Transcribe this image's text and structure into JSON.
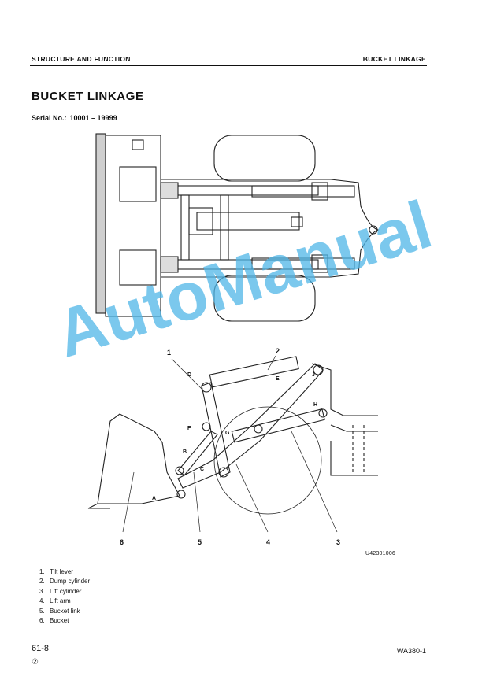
{
  "header": {
    "section": "STRUCTURE AND FUNCTION",
    "topic": "BUCKET LINKAGE"
  },
  "title": "BUCKET LINKAGE",
  "serial": {
    "label": "Serial No.:",
    "value": "10001 – 19999"
  },
  "figure": {
    "id": "U42301006",
    "callouts": [
      "1",
      "2",
      "3",
      "4",
      "5",
      "6"
    ],
    "section_letters": [
      "A",
      "B",
      "C",
      "D",
      "E",
      "F",
      "G",
      "H",
      "J"
    ]
  },
  "legend": [
    {
      "num": "1.",
      "text": "Tilt lever"
    },
    {
      "num": "2.",
      "text": "Dump cylinder"
    },
    {
      "num": "3.",
      "text": "Lift cylinder"
    },
    {
      "num": "4.",
      "text": "Lift arm"
    },
    {
      "num": "5.",
      "text": "Bucket link"
    },
    {
      "num": "6.",
      "text": "Bucket"
    }
  ],
  "footer": {
    "page": "61-8",
    "revision": "②",
    "model": "WA380-1"
  },
  "watermark": "AutoManual"
}
